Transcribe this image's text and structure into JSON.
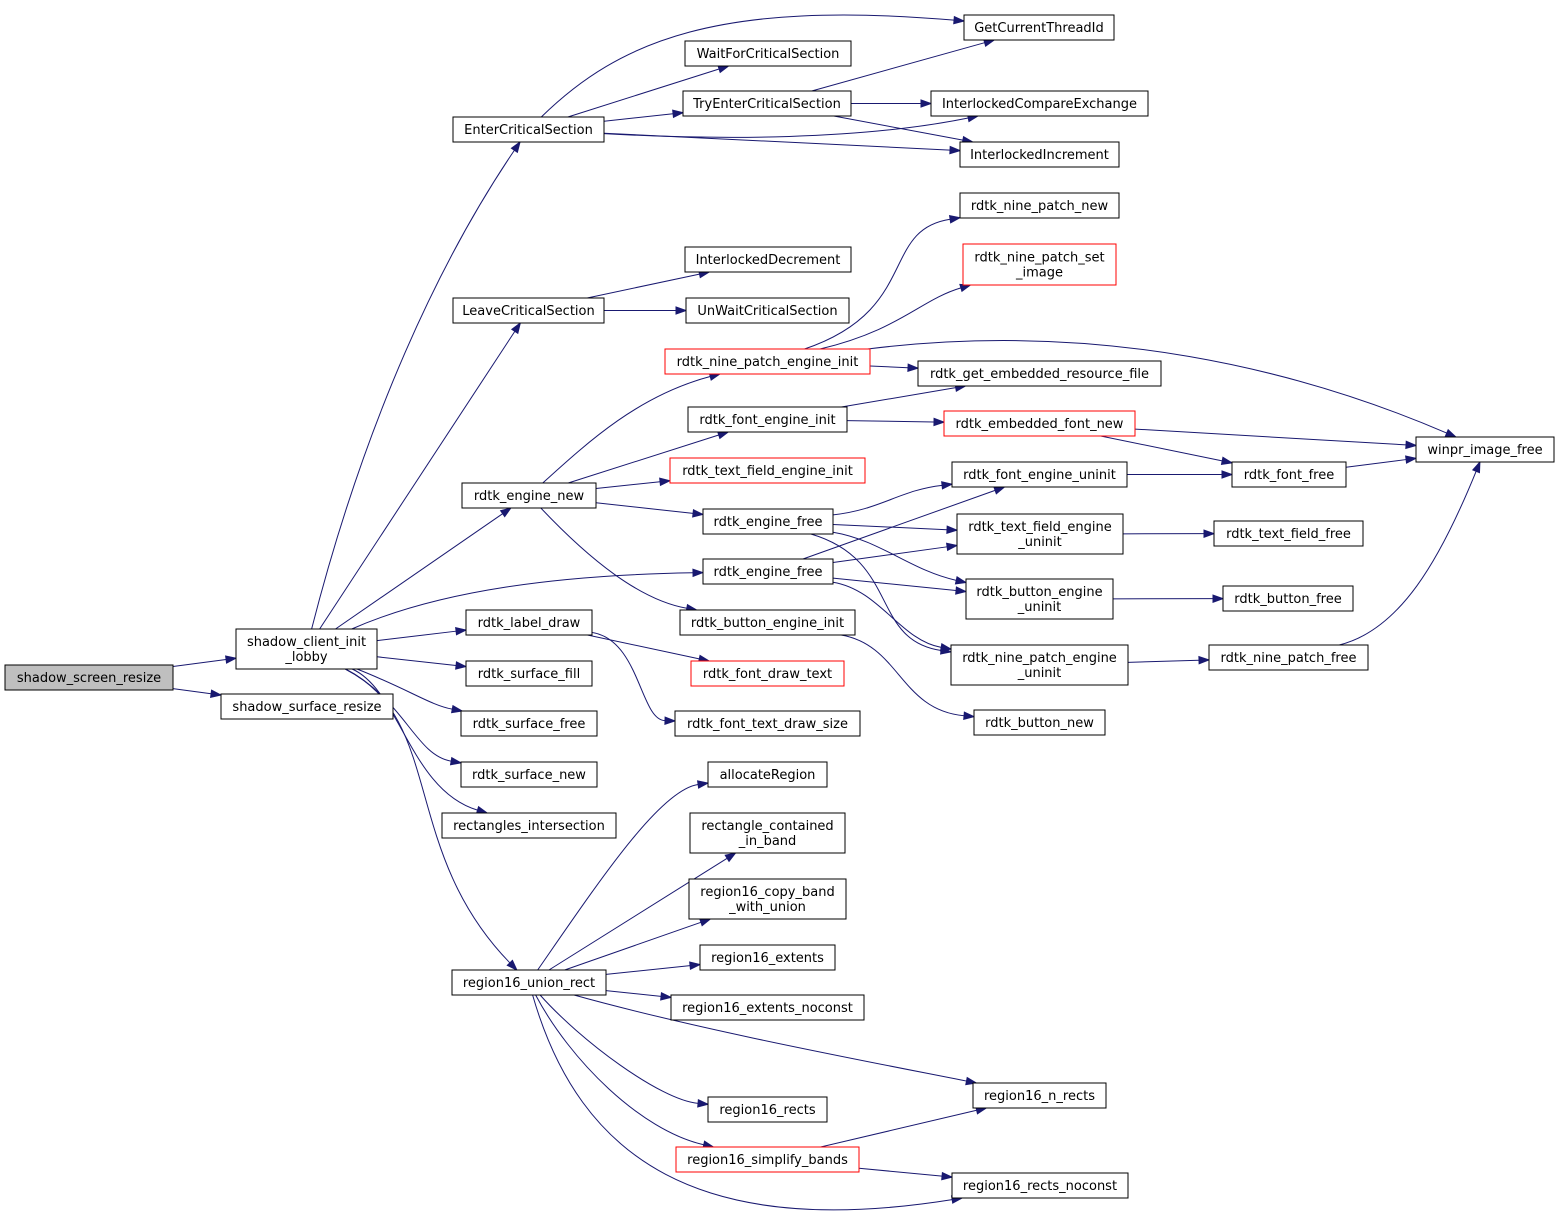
{
  "colors": {
    "edge": "#191970",
    "node_border": "#000000",
    "incomplete_border": "#ff0000",
    "root_fill": "#bfbfbf"
  },
  "nodes": {
    "shadow_screen_resize": [
      "shadow_screen_resize"
    ],
    "shadow_client_init_lobby": [
      "shadow_client_init",
      "_lobby"
    ],
    "shadow_surface_resize": [
      "shadow_surface_resize"
    ],
    "EnterCriticalSection": [
      "EnterCriticalSection"
    ],
    "LeaveCriticalSection": [
      "LeaveCriticalSection"
    ],
    "rdtk_engine_new": [
      "rdtk_engine_new"
    ],
    "rdtk_label_draw": [
      "rdtk_label_draw"
    ],
    "rdtk_surface_fill": [
      "rdtk_surface_fill"
    ],
    "rdtk_surface_free": [
      "rdtk_surface_free"
    ],
    "rdtk_surface_new": [
      "rdtk_surface_new"
    ],
    "rectangles_intersection": [
      "rectangles_intersection"
    ],
    "region16_union_rect": [
      "region16_union_rect"
    ],
    "WaitForCriticalSection": [
      "WaitForCriticalSection"
    ],
    "TryEnterCriticalSection": [
      "TryEnterCriticalSection"
    ],
    "InterlockedDecrement": [
      "InterlockedDecrement"
    ],
    "UnWaitCriticalSection": [
      "UnWaitCriticalSection"
    ],
    "rdtk_nine_patch_engine_init": [
      "rdtk_nine_patch_engine_init"
    ],
    "rdtk_font_engine_init": [
      "rdtk_font_engine_init"
    ],
    "rdtk_text_field_engine_init": [
      "rdtk_text_field_engine_init"
    ],
    "rdtk_engine_free_1": [
      "rdtk_engine_free"
    ],
    "rdtk_engine_free_2": [
      "rdtk_engine_free"
    ],
    "rdtk_button_engine_init": [
      "rdtk_button_engine_init"
    ],
    "rdtk_font_draw_text": [
      "rdtk_font_draw_text"
    ],
    "rdtk_font_text_draw_size": [
      "rdtk_font_text_draw_size"
    ],
    "allocateRegion": [
      "allocateRegion"
    ],
    "rectangle_contained_in_band": [
      "rectangle_contained",
      "_in_band"
    ],
    "region16_copy_band_with_union": [
      "region16_copy_band",
      "_with_union"
    ],
    "region16_extents": [
      "region16_extents"
    ],
    "region16_extents_noconst": [
      "region16_extents_noconst"
    ],
    "region16_rects": [
      "region16_rects"
    ],
    "region16_simplify_bands": [
      "region16_simplify_bands"
    ],
    "GetCurrentThreadId": [
      "GetCurrentThreadId"
    ],
    "InterlockedCompareExchange": [
      "InterlockedCompareExchange"
    ],
    "InterlockedIncrement": [
      "InterlockedIncrement"
    ],
    "rdtk_nine_patch_new": [
      "rdtk_nine_patch_new"
    ],
    "rdtk_nine_patch_set_image": [
      "rdtk_nine_patch_set",
      "_image"
    ],
    "rdtk_get_embedded_resource_file": [
      "rdtk_get_embedded_resource_file"
    ],
    "rdtk_embedded_font_new": [
      "rdtk_embedded_font_new"
    ],
    "rdtk_font_engine_uninit": [
      "rdtk_font_engine_uninit"
    ],
    "rdtk_text_field_engine_uninit": [
      "rdtk_text_field_engine",
      "_uninit"
    ],
    "rdtk_button_engine_uninit": [
      "rdtk_button_engine",
      "_uninit"
    ],
    "rdtk_nine_patch_engine_uninit": [
      "rdtk_nine_patch_engine",
      "_uninit"
    ],
    "rdtk_button_new": [
      "rdtk_button_new"
    ],
    "region16_n_rects": [
      "region16_n_rects"
    ],
    "region16_rects_noconst": [
      "region16_rects_noconst"
    ],
    "winpr_image_free": [
      "winpr_image_free"
    ],
    "rdtk_font_free": [
      "rdtk_font_free"
    ],
    "rdtk_text_field_free": [
      "rdtk_text_field_free"
    ],
    "rdtk_button_free": [
      "rdtk_button_free"
    ],
    "rdtk_nine_patch_free": [
      "rdtk_nine_patch_free"
    ]
  },
  "root": "shadow_screen_resize",
  "incomplete_nodes": [
    "rdtk_nine_patch_set_image",
    "rdtk_nine_patch_engine_init",
    "rdtk_embedded_font_new",
    "rdtk_text_field_engine_init",
    "rdtk_font_draw_text",
    "region16_simplify_bands"
  ],
  "edges": [
    [
      "shadow_screen_resize",
      "shadow_client_init_lobby"
    ],
    [
      "shadow_screen_resize",
      "shadow_surface_resize"
    ],
    [
      "shadow_client_init_lobby",
      "EnterCriticalSection"
    ],
    [
      "shadow_client_init_lobby",
      "LeaveCriticalSection"
    ],
    [
      "shadow_client_init_lobby",
      "rdtk_engine_new"
    ],
    [
      "shadow_client_init_lobby",
      "rdtk_engine_free_2"
    ],
    [
      "shadow_client_init_lobby",
      "rdtk_label_draw"
    ],
    [
      "shadow_client_init_lobby",
      "rdtk_surface_fill"
    ],
    [
      "shadow_client_init_lobby",
      "rdtk_surface_free"
    ],
    [
      "shadow_client_init_lobby",
      "rdtk_surface_new"
    ],
    [
      "shadow_client_init_lobby",
      "rectangles_intersection"
    ],
    [
      "shadow_client_init_lobby",
      "region16_union_rect"
    ],
    [
      "EnterCriticalSection",
      "GetCurrentThreadId"
    ],
    [
      "EnterCriticalSection",
      "WaitForCriticalSection"
    ],
    [
      "EnterCriticalSection",
      "TryEnterCriticalSection"
    ],
    [
      "EnterCriticalSection",
      "InterlockedCompareExchange"
    ],
    [
      "EnterCriticalSection",
      "InterlockedIncrement"
    ],
    [
      "TryEnterCriticalSection",
      "GetCurrentThreadId"
    ],
    [
      "TryEnterCriticalSection",
      "InterlockedCompareExchange"
    ],
    [
      "TryEnterCriticalSection",
      "InterlockedIncrement"
    ],
    [
      "LeaveCriticalSection",
      "InterlockedDecrement"
    ],
    [
      "LeaveCriticalSection",
      "UnWaitCriticalSection"
    ],
    [
      "rdtk_engine_new",
      "rdtk_nine_patch_engine_init"
    ],
    [
      "rdtk_engine_new",
      "rdtk_font_engine_init"
    ],
    [
      "rdtk_engine_new",
      "rdtk_text_field_engine_init"
    ],
    [
      "rdtk_engine_new",
      "rdtk_engine_free_1"
    ],
    [
      "rdtk_engine_new",
      "rdtk_button_engine_init"
    ],
    [
      "rdtk_nine_patch_engine_init",
      "rdtk_nine_patch_new"
    ],
    [
      "rdtk_nine_patch_engine_init",
      "rdtk_nine_patch_set_image"
    ],
    [
      "rdtk_nine_patch_engine_init",
      "rdtk_get_embedded_resource_file"
    ],
    [
      "rdtk_nine_patch_engine_init",
      "winpr_image_free"
    ],
    [
      "rdtk_font_engine_init",
      "rdtk_get_embedded_resource_file"
    ],
    [
      "rdtk_font_engine_init",
      "rdtk_embedded_font_new"
    ],
    [
      "rdtk_embedded_font_new",
      "winpr_image_free"
    ],
    [
      "rdtk_embedded_font_new",
      "rdtk_font_free"
    ],
    [
      "rdtk_font_free",
      "winpr_image_free"
    ],
    [
      "rdtk_engine_free_1",
      "rdtk_font_engine_uninit"
    ],
    [
      "rdtk_engine_free_1",
      "rdtk_text_field_engine_uninit"
    ],
    [
      "rdtk_engine_free_1",
      "rdtk_button_engine_uninit"
    ],
    [
      "rdtk_engine_free_1",
      "rdtk_nine_patch_engine_uninit"
    ],
    [
      "rdtk_engine_free_2",
      "rdtk_font_engine_uninit"
    ],
    [
      "rdtk_engine_free_2",
      "rdtk_text_field_engine_uninit"
    ],
    [
      "rdtk_engine_free_2",
      "rdtk_button_engine_uninit"
    ],
    [
      "rdtk_engine_free_2",
      "rdtk_nine_patch_engine_uninit"
    ],
    [
      "rdtk_font_engine_uninit",
      "rdtk_font_free"
    ],
    [
      "rdtk_text_field_engine_uninit",
      "rdtk_text_field_free"
    ],
    [
      "rdtk_button_engine_uninit",
      "rdtk_button_free"
    ],
    [
      "rdtk_nine_patch_engine_uninit",
      "rdtk_nine_patch_free"
    ],
    [
      "rdtk_nine_patch_free",
      "winpr_image_free"
    ],
    [
      "rdtk_button_engine_init",
      "rdtk_button_new"
    ],
    [
      "rdtk_label_draw",
      "rdtk_font_draw_text"
    ],
    [
      "rdtk_label_draw",
      "rdtk_font_text_draw_size"
    ],
    [
      "region16_union_rect",
      "allocateRegion"
    ],
    [
      "region16_union_rect",
      "rectangle_contained_in_band"
    ],
    [
      "region16_union_rect",
      "region16_copy_band_with_union"
    ],
    [
      "region16_union_rect",
      "region16_extents"
    ],
    [
      "region16_union_rect",
      "region16_extents_noconst"
    ],
    [
      "region16_union_rect",
      "region16_n_rects"
    ],
    [
      "region16_union_rect",
      "region16_rects"
    ],
    [
      "region16_union_rect",
      "region16_simplify_bands"
    ],
    [
      "region16_union_rect",
      "region16_rects_noconst"
    ],
    [
      "region16_simplify_bands",
      "region16_n_rects"
    ],
    [
      "region16_simplify_bands",
      "region16_rects_noconst"
    ]
  ]
}
